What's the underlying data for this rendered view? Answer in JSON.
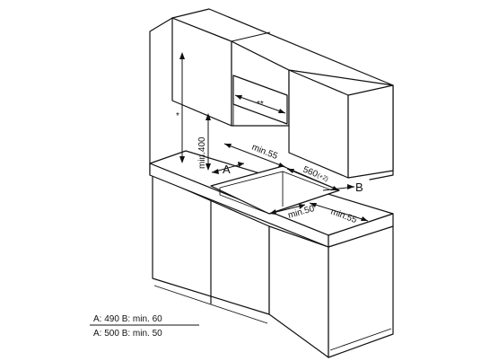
{
  "labels": {
    "star": "*",
    "double_star": "**",
    "min400": "min.400",
    "min55_top": "min.55",
    "d560": "560",
    "d560_note": "(+2)",
    "A": "A",
    "B": "B",
    "min50": "min.50",
    "min55_right": "min.55"
  },
  "legend": {
    "row1": "A: 490  B: min. 60",
    "row2": "A: 500  B: min. 50"
  }
}
